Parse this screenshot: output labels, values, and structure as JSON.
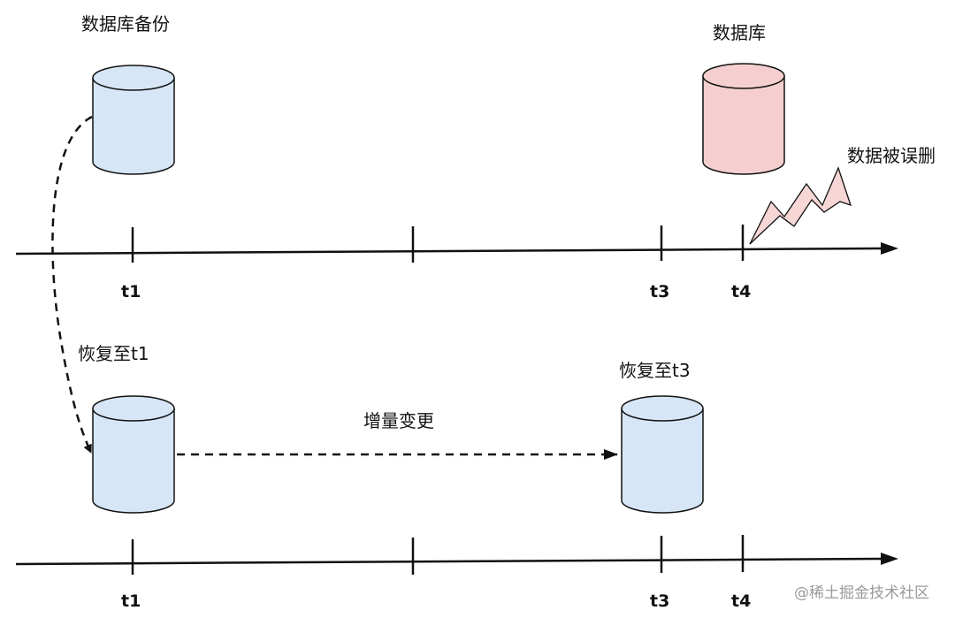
{
  "top": {
    "backup_label": "数据库备份",
    "database_label": "数据库",
    "deleted_label": "数据被误删",
    "ticks": [
      "t1",
      "t3",
      "t4"
    ]
  },
  "bottom": {
    "restore_t1_label": "恢复至t1",
    "incremental_label": "增量变更",
    "restore_t3_label": "恢复至t3",
    "ticks": [
      "t1",
      "t3",
      "t4"
    ]
  },
  "watermark": "@稀土掘金技术社区",
  "colors": {
    "cylinder_blue_fill": "#d6e6f6",
    "cylinder_red_fill": "#f5cfcf",
    "lightning_fill": "#f7d6d6",
    "line": "#111111"
  },
  "icons": {
    "backup_db": "database-cylinder-icon",
    "main_db": "database-cylinder-icon",
    "deletion": "lightning-bolt-icon"
  }
}
